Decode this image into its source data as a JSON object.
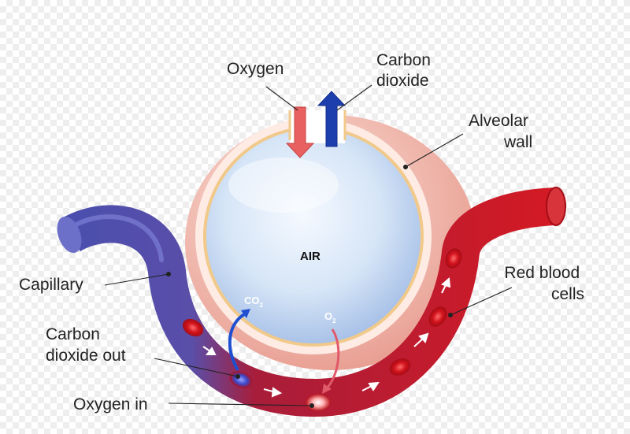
{
  "labels": {
    "oxygen": "Oxygen",
    "carbon_dioxide": [
      "Carbon",
      "dioxide"
    ],
    "alveolar_wall": [
      "Alveolar",
      "wall"
    ],
    "capillary": "Capillary",
    "red_blood_cells": [
      "Red blood",
      "cells"
    ],
    "carbon_dioxide_out": [
      "Carbon",
      "dioxide out"
    ],
    "oxygen_in": "Oxygen in"
  },
  "center": {
    "air": "AIR"
  },
  "gases": {
    "co2": {
      "main": "CO",
      "sub": "2"
    },
    "o2": {
      "main": "O",
      "sub": "2"
    }
  },
  "colors": {
    "oxygen_arrow": "#e86060",
    "carbon_dioxide_arrow": "#1d3fae",
    "capillary_blue": "#4a50b0",
    "capillary_red": "#c2131f",
    "alveolar_wall": "#f2b2a6",
    "alveolus_air": "#cfe0f5"
  }
}
